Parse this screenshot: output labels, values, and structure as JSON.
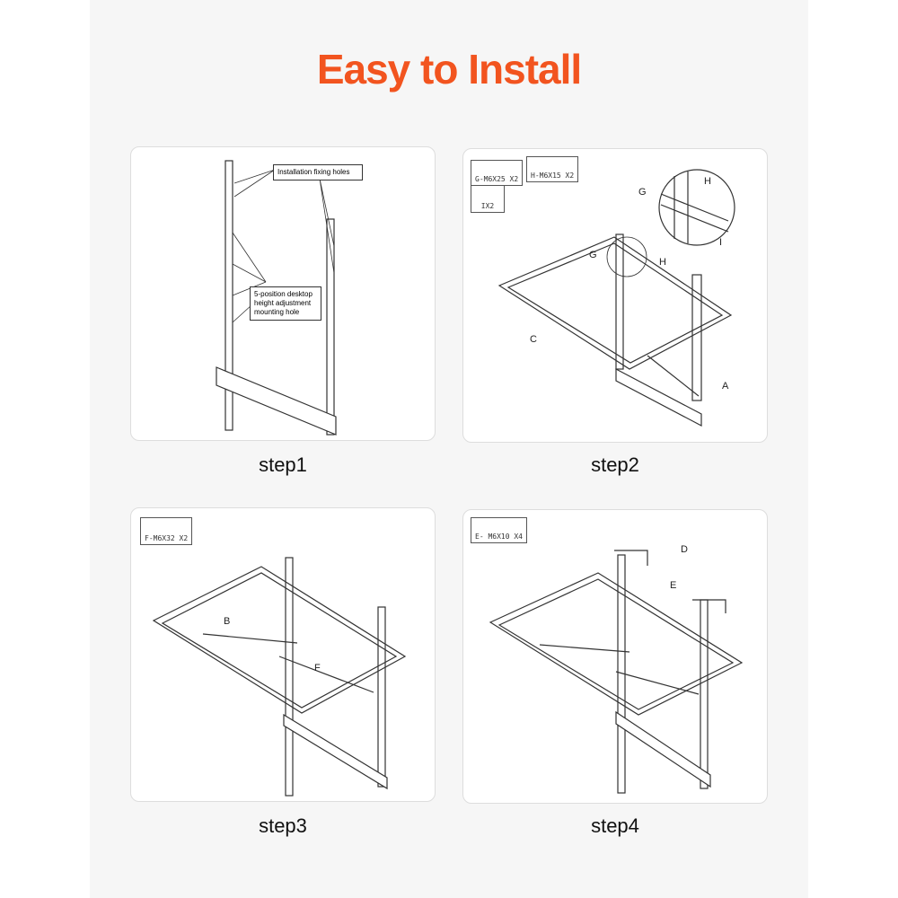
{
  "title": "Easy to Install",
  "colors": {
    "title": "#f2541f"
  },
  "steps": [
    {
      "label": "step1",
      "callouts": [
        "Installation fixing holes",
        "5-position desktop height adjustment mounting hole"
      ]
    },
    {
      "label": "step2",
      "parts": [
        "G-M6X25 X2",
        "H-M6X15 X2",
        "IX2"
      ],
      "letters": [
        "G",
        "H",
        "I",
        "G",
        "H",
        "C",
        "A"
      ]
    },
    {
      "label": "step3",
      "parts": [
        "F-M6X32 X2"
      ],
      "letters": [
        "B",
        "F"
      ]
    },
    {
      "label": "step4",
      "parts": [
        "E- M6X10 X4"
      ],
      "letters": [
        "D",
        "E"
      ]
    }
  ]
}
